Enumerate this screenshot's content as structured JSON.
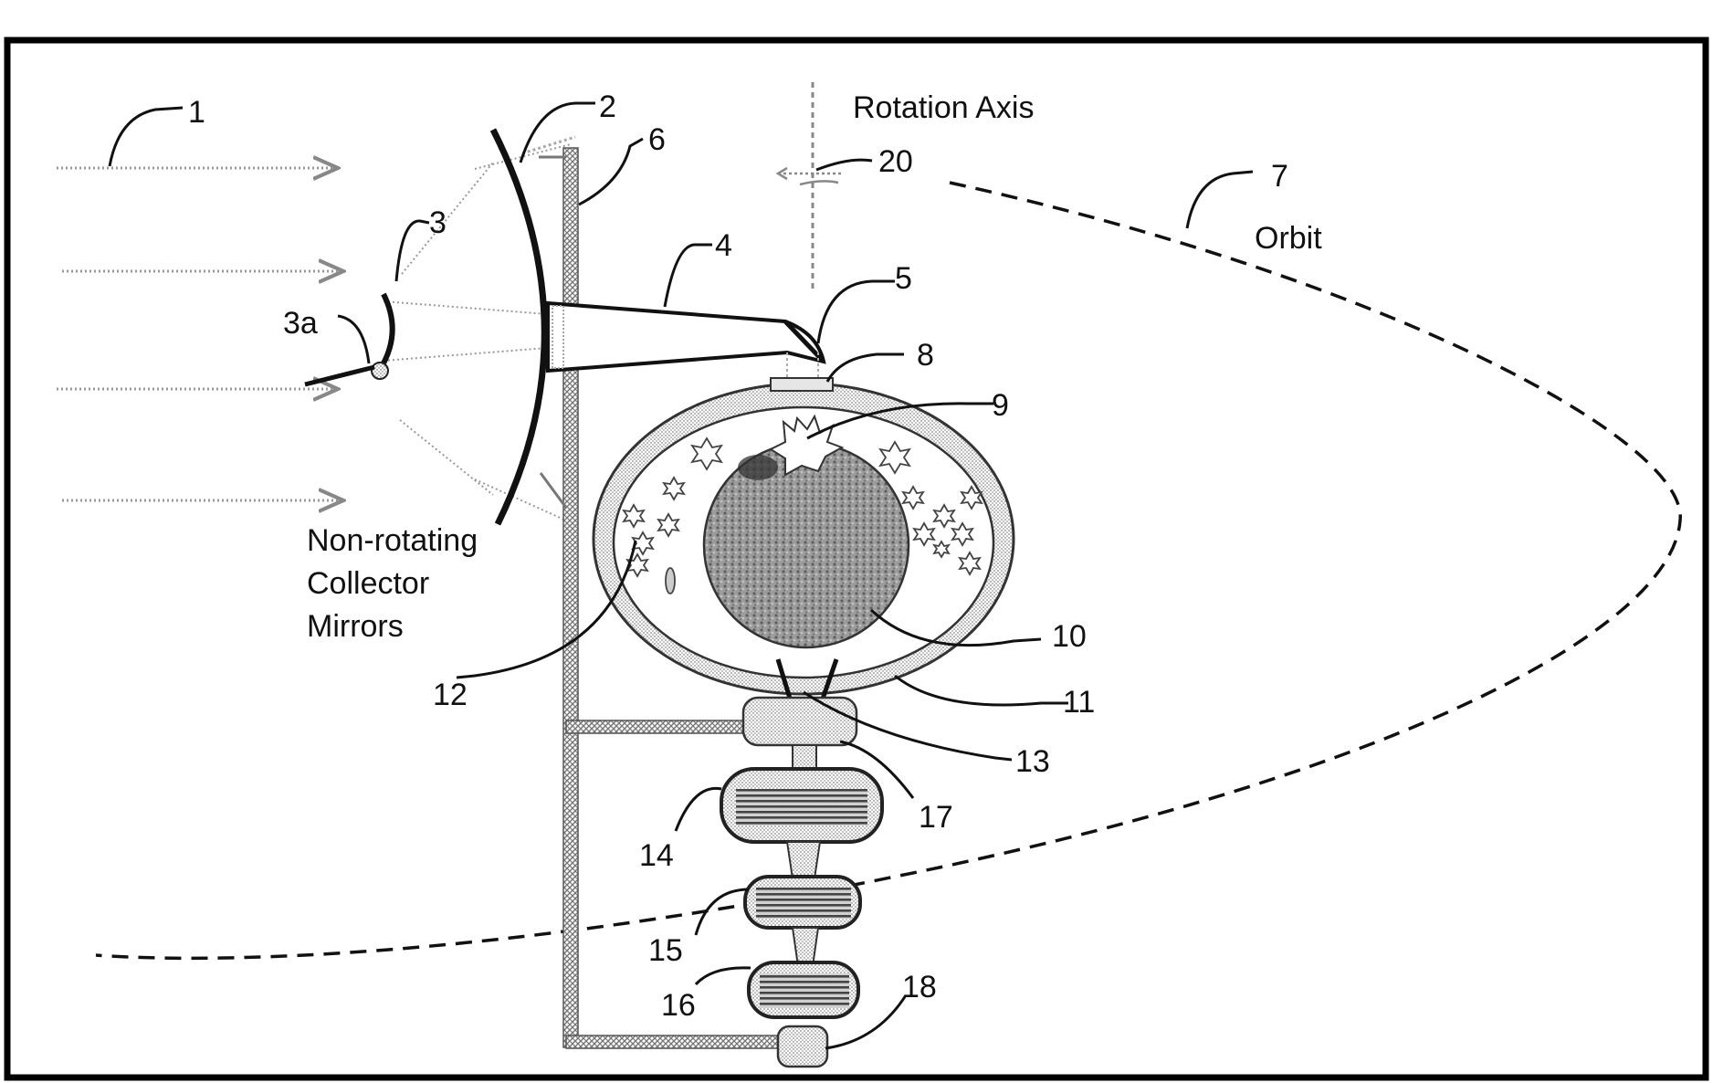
{
  "figure": {
    "colors": {
      "line": "#111111",
      "frame": "#000000",
      "hatch": "#8a8a8a",
      "shell": "#d8d8d8",
      "core": "#7a7a7a",
      "beam": "#9a9a9a"
    },
    "labels": {
      "incoming_light": "1",
      "primary_mirror": "2",
      "secondary_mirror": "3",
      "secondary_mount": "3a",
      "light_pipe": "4",
      "pipe_outlet": "5",
      "support_frame": "6",
      "orbit_ref": "7",
      "window": "8",
      "flash": "9",
      "core_body": "10",
      "shell_wall": "11",
      "particles": "12",
      "neck": "13",
      "tank_upper": "14",
      "tank_middle": "15",
      "tank_lower": "16",
      "connector": "17",
      "base_unit": "18",
      "rotation": "20",
      "rotation_axis_text": "Rotation Axis",
      "orbit_text": "Orbit",
      "mirrors_text_line1": "Non-rotating",
      "mirrors_text_line2": "Collector",
      "mirrors_text_line3": "Mirrors"
    }
  }
}
